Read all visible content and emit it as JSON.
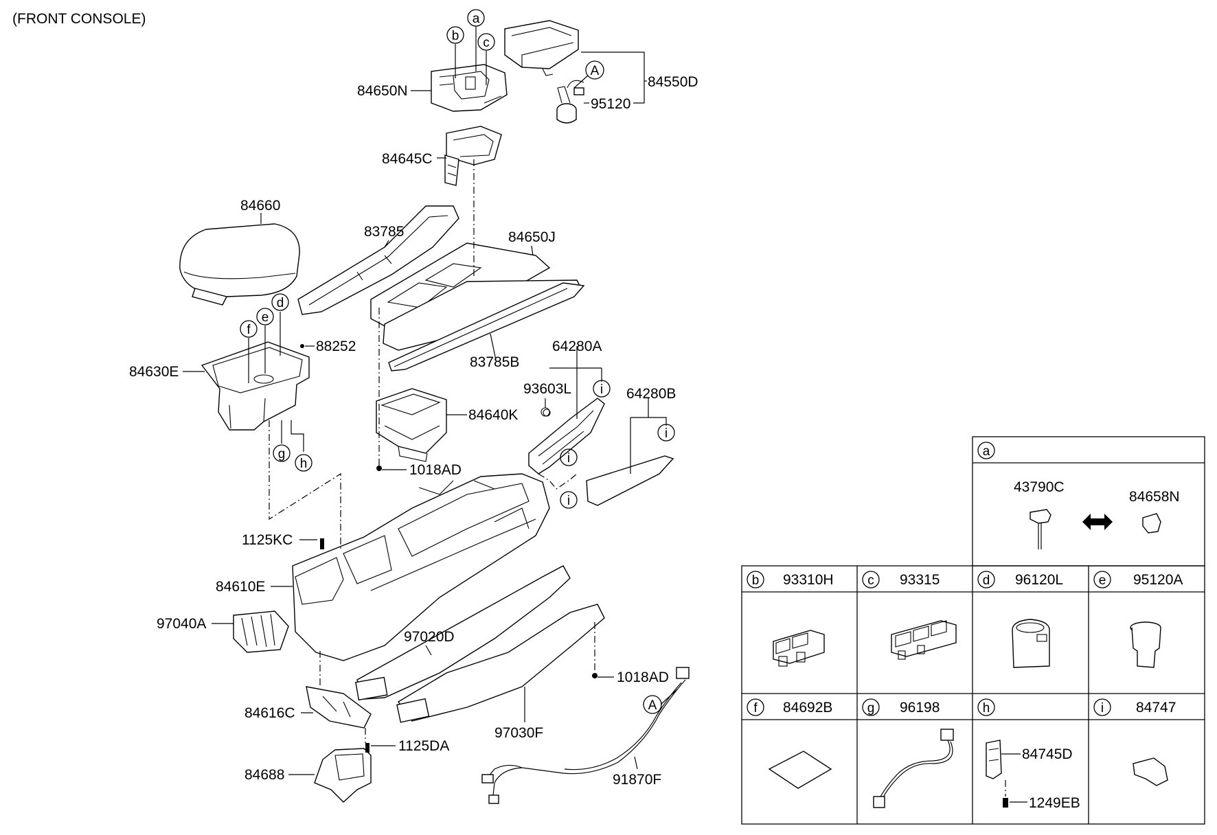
{
  "title": "(FRONT CONSOLE)",
  "part_numbers": {
    "p84650N": "84650N",
    "p84550D": "84550D",
    "p95120": "95120",
    "p84645C": "84645C",
    "p84660": "84660",
    "p83785": "83785",
    "p84650J": "84650J",
    "p88252": "88252",
    "p84630E": "84630E",
    "p83785B": "83785B",
    "p64280A": "64280A",
    "p93603L": "93603L",
    "p64280B": "64280B",
    "p84640K": "84640K",
    "p1018AD_upper": "1018AD",
    "p1125KC": "1125KC",
    "p84610E": "84610E",
    "p97040A": "97040A",
    "p97020D": "97020D",
    "p1018AD_lower": "1018AD",
    "p84616C": "84616C",
    "p97030F": "97030F",
    "p1125DA": "1125DA",
    "p84688": "84688",
    "p91870F": "91870F"
  },
  "callouts": {
    "a": "a",
    "b": "b",
    "c": "c",
    "d": "d",
    "e": "e",
    "f": "f",
    "g": "g",
    "h": "h",
    "i": "i",
    "A": "A"
  },
  "legend": {
    "a": {
      "key": "a",
      "left": "43790C",
      "right": "84658N"
    },
    "b": {
      "key": "b",
      "part": "93310H"
    },
    "c": {
      "key": "c",
      "part": "93315"
    },
    "d": {
      "key": "d",
      "part": "96120L"
    },
    "e": {
      "key": "e",
      "part": "95120A"
    },
    "f": {
      "key": "f",
      "part": "84692B"
    },
    "g": {
      "key": "g",
      "part": "96198"
    },
    "h": {
      "key": "h",
      "part1": "84745D",
      "part2": "1249EB"
    },
    "i": {
      "key": "i",
      "part": "84747"
    }
  }
}
